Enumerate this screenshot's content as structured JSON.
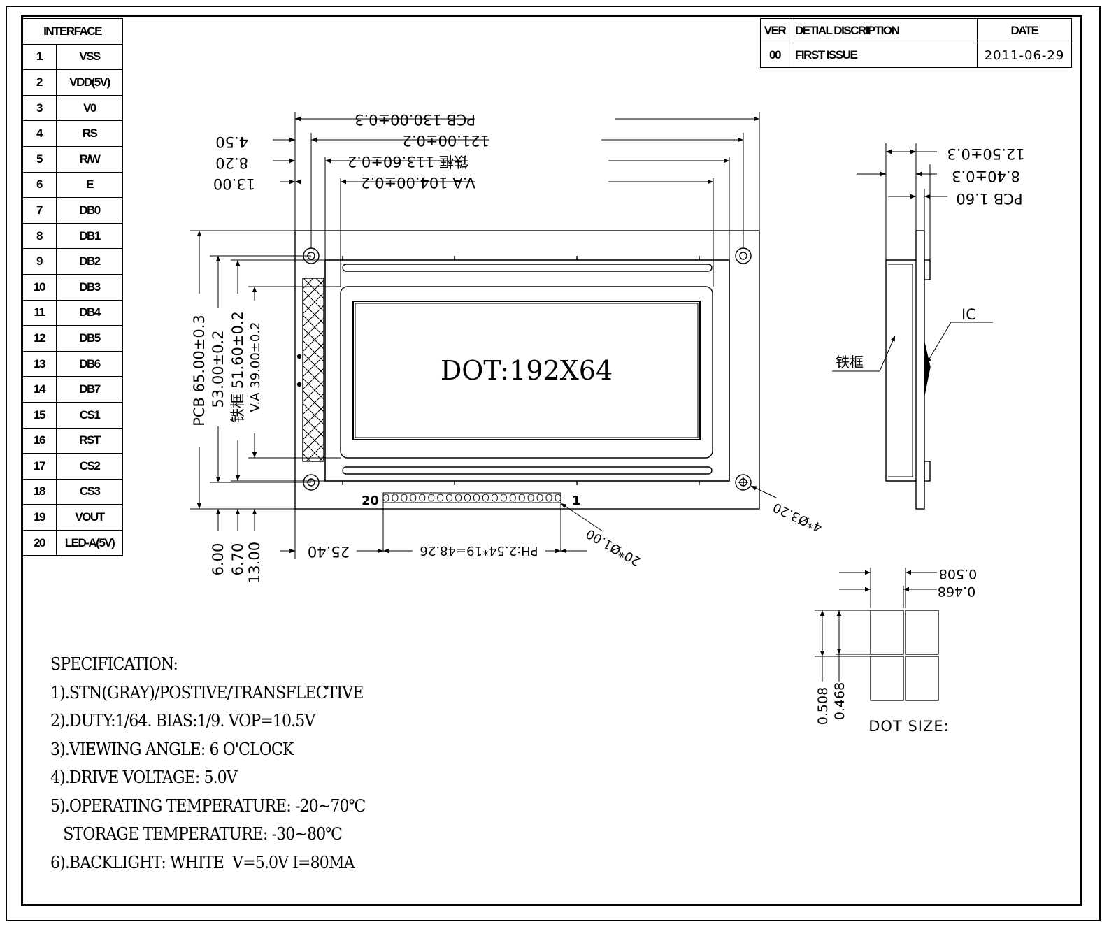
{
  "interface": {
    "header": "INTERFACE",
    "pins": [
      {
        "num": "1",
        "signal": "VSS"
      },
      {
        "num": "2",
        "signal": "VDD(5V)"
      },
      {
        "num": "3",
        "signal": "V0"
      },
      {
        "num": "4",
        "signal": "RS"
      },
      {
        "num": "5",
        "signal": "R/W"
      },
      {
        "num": "6",
        "signal": "E"
      },
      {
        "num": "7",
        "signal": "DB0"
      },
      {
        "num": "8",
        "signal": "DB1"
      },
      {
        "num": "9",
        "signal": "DB2"
      },
      {
        "num": "10",
        "signal": "DB3"
      },
      {
        "num": "11",
        "signal": "DB4"
      },
      {
        "num": "12",
        "signal": "DB5"
      },
      {
        "num": "13",
        "signal": "DB6"
      },
      {
        "num": "14",
        "signal": "DB7"
      },
      {
        "num": "15",
        "signal": "CS1"
      },
      {
        "num": "16",
        "signal": "RST"
      },
      {
        "num": "17",
        "signal": "CS2"
      },
      {
        "num": "18",
        "signal": "CS3"
      },
      {
        "num": "19",
        "signal": "VOUT"
      },
      {
        "num": "20",
        "signal": "LED-A(5V)"
      }
    ]
  },
  "revision": {
    "headers": [
      "VER",
      "DETIAL DISCRIPTION",
      "DATE"
    ],
    "rows": [
      {
        "ver": "00",
        "description": "FIRST ISSUE",
        "date": "2011-06-29"
      }
    ]
  },
  "front_view": {
    "display_label": "DOT:192X64",
    "dim_pcb_width": "PCB 130.00±0.3",
    "dim_hole_span": "121.00±0.2",
    "dim_frame_width": "铁框 113.60±0.2",
    "dim_va_width": "V.A 104.00±0.2",
    "dim_left_450": "4.50",
    "dim_left_820": "8.20",
    "dim_left_1300": "13.00",
    "dim_pcb_height": "PCB 65.00±0.3",
    "dim_hole_height": "53.00±0.2",
    "dim_frame_height": "铁框 51.60±0.2",
    "dim_va_height": "V.A 39.00±0.2",
    "dim_bottom_600": "6.00",
    "dim_bottom_670": "6.70",
    "dim_bottom_1300": "13.00",
    "dim_pin_offset": "25.40",
    "dim_pin_pitch": "PH:2.54*19=48.26",
    "pin_first": "20",
    "pin_last": "1",
    "pin_hole": "20*Ø1.00",
    "mount_hole": "4*Ø3.20"
  },
  "side_view": {
    "dim_total": "12.50±0.3",
    "dim_module": "8.40±0.3",
    "dim_pcb": "PCB 1.60",
    "label_ic": "IC",
    "label_frame": "铁框"
  },
  "dot_detail": {
    "dim_pitch_w": "0.508",
    "dim_size_w": "0.468",
    "dim_pitch_h": "0.508",
    "dim_size_h": "0.468",
    "caption": "DOT SIZE:"
  },
  "specification": {
    "title": "SPECIFICATION:",
    "lines": [
      "1).STN(GRAY)/POSTIVE/TRANSFLECTIVE",
      "2).DUTY:1/64. BIAS:1/9. VOP=10.5V",
      "3).VIEWING ANGLE: 6 O'CLOCK",
      "4).DRIVE VOLTAGE: 5.0V",
      "5).OPERATING TEMPERATURE: -20~70℃",
      "   STORAGE TEMPERATURE: -30~80℃",
      "6).BACKLIGHT: WHITE  V=5.0V I=80MA"
    ]
  }
}
